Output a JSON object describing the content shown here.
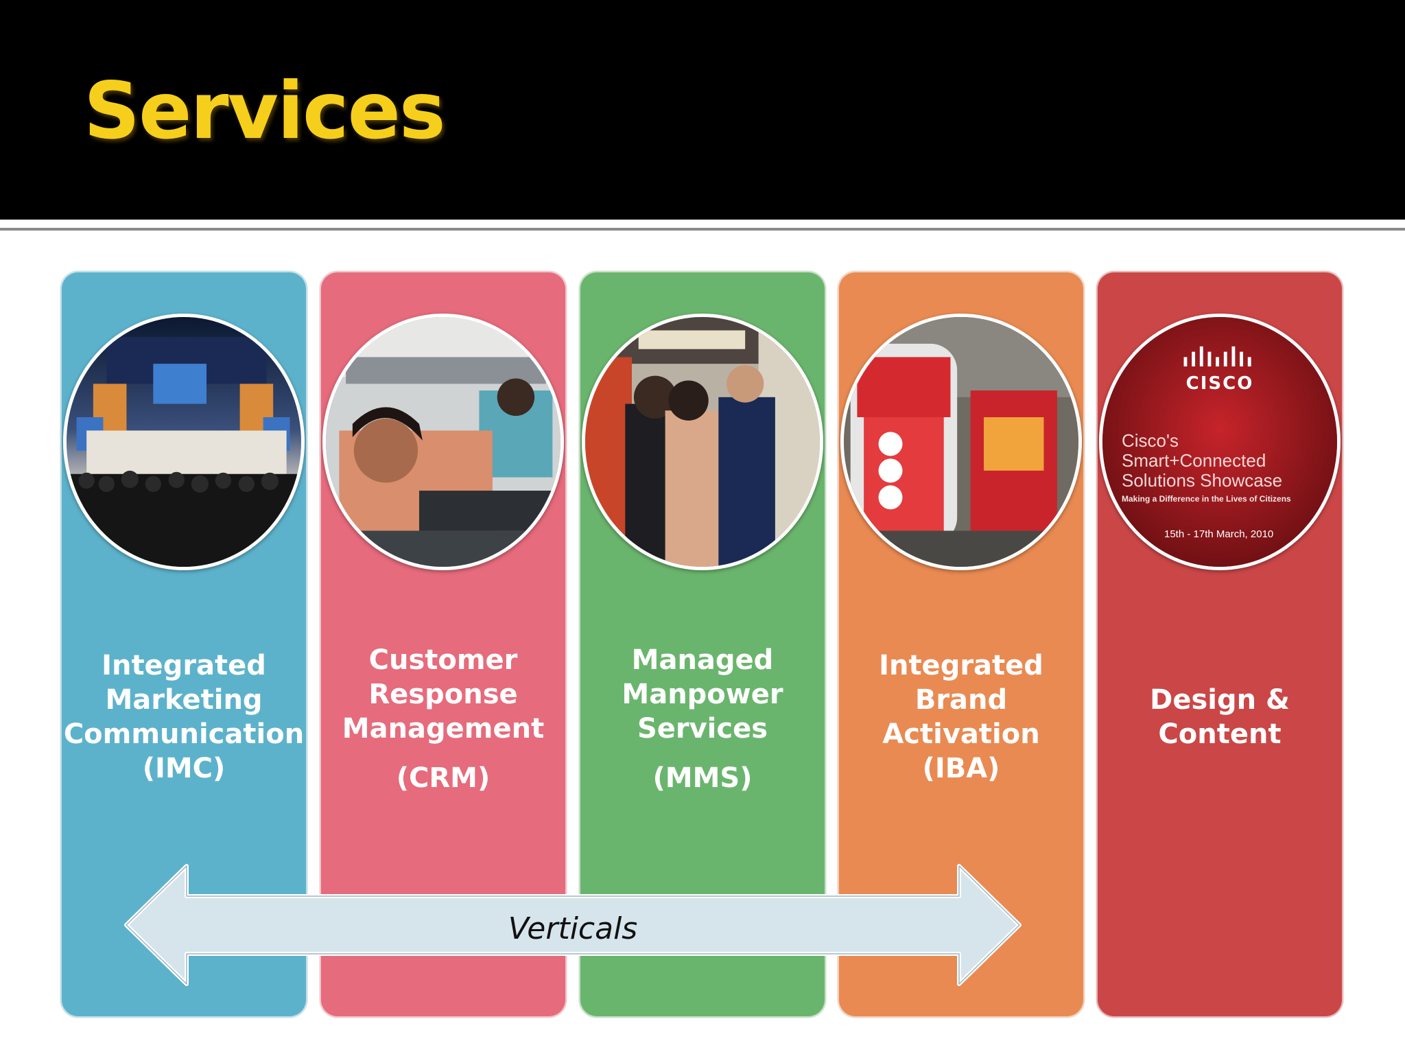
{
  "slide": {
    "title": "Services",
    "title_color": "#f6cf1c",
    "header_color": "#000000"
  },
  "services": [
    {
      "lines": [
        "Integrated",
        "Marketing",
        "Communication",
        "(IMC)"
      ],
      "abbr": "",
      "color": "#5db2cb",
      "photo": "event-stage-audience-photo"
    },
    {
      "lines": [
        "Customer",
        "Response",
        "Management"
      ],
      "abbr": "(CRM)",
      "color": "#e66b7c",
      "photo": "call-center-agents-photo"
    },
    {
      "lines": [
        "Managed",
        "Manpower",
        "Services"
      ],
      "abbr": "(MMS)",
      "color": "#6ab56d",
      "photo": "retail-store-promoters-photo"
    },
    {
      "lines": [
        "Integrated",
        "Brand",
        "Activation",
        "(IBA)"
      ],
      "abbr": "",
      "color": "#e98a52",
      "photo": "brand-mascot-activation-photo"
    },
    {
      "lines": [
        "Design &",
        "Content"
      ],
      "abbr": "",
      "color": "#cb4647",
      "photo": "cisco-showcase-banner",
      "banner": {
        "brand": "CISCO",
        "line1": "Cisco's",
        "line2": "Smart+Connected",
        "line3": "Solutions Showcase",
        "tagline": "Making a Difference in the Lives of Citizens",
        "dates": "15th - 17th March, 2010"
      }
    }
  ],
  "arrow": {
    "label": "Verticals",
    "fill": "#d6e4ec",
    "icon": "double-headed-arrow"
  }
}
